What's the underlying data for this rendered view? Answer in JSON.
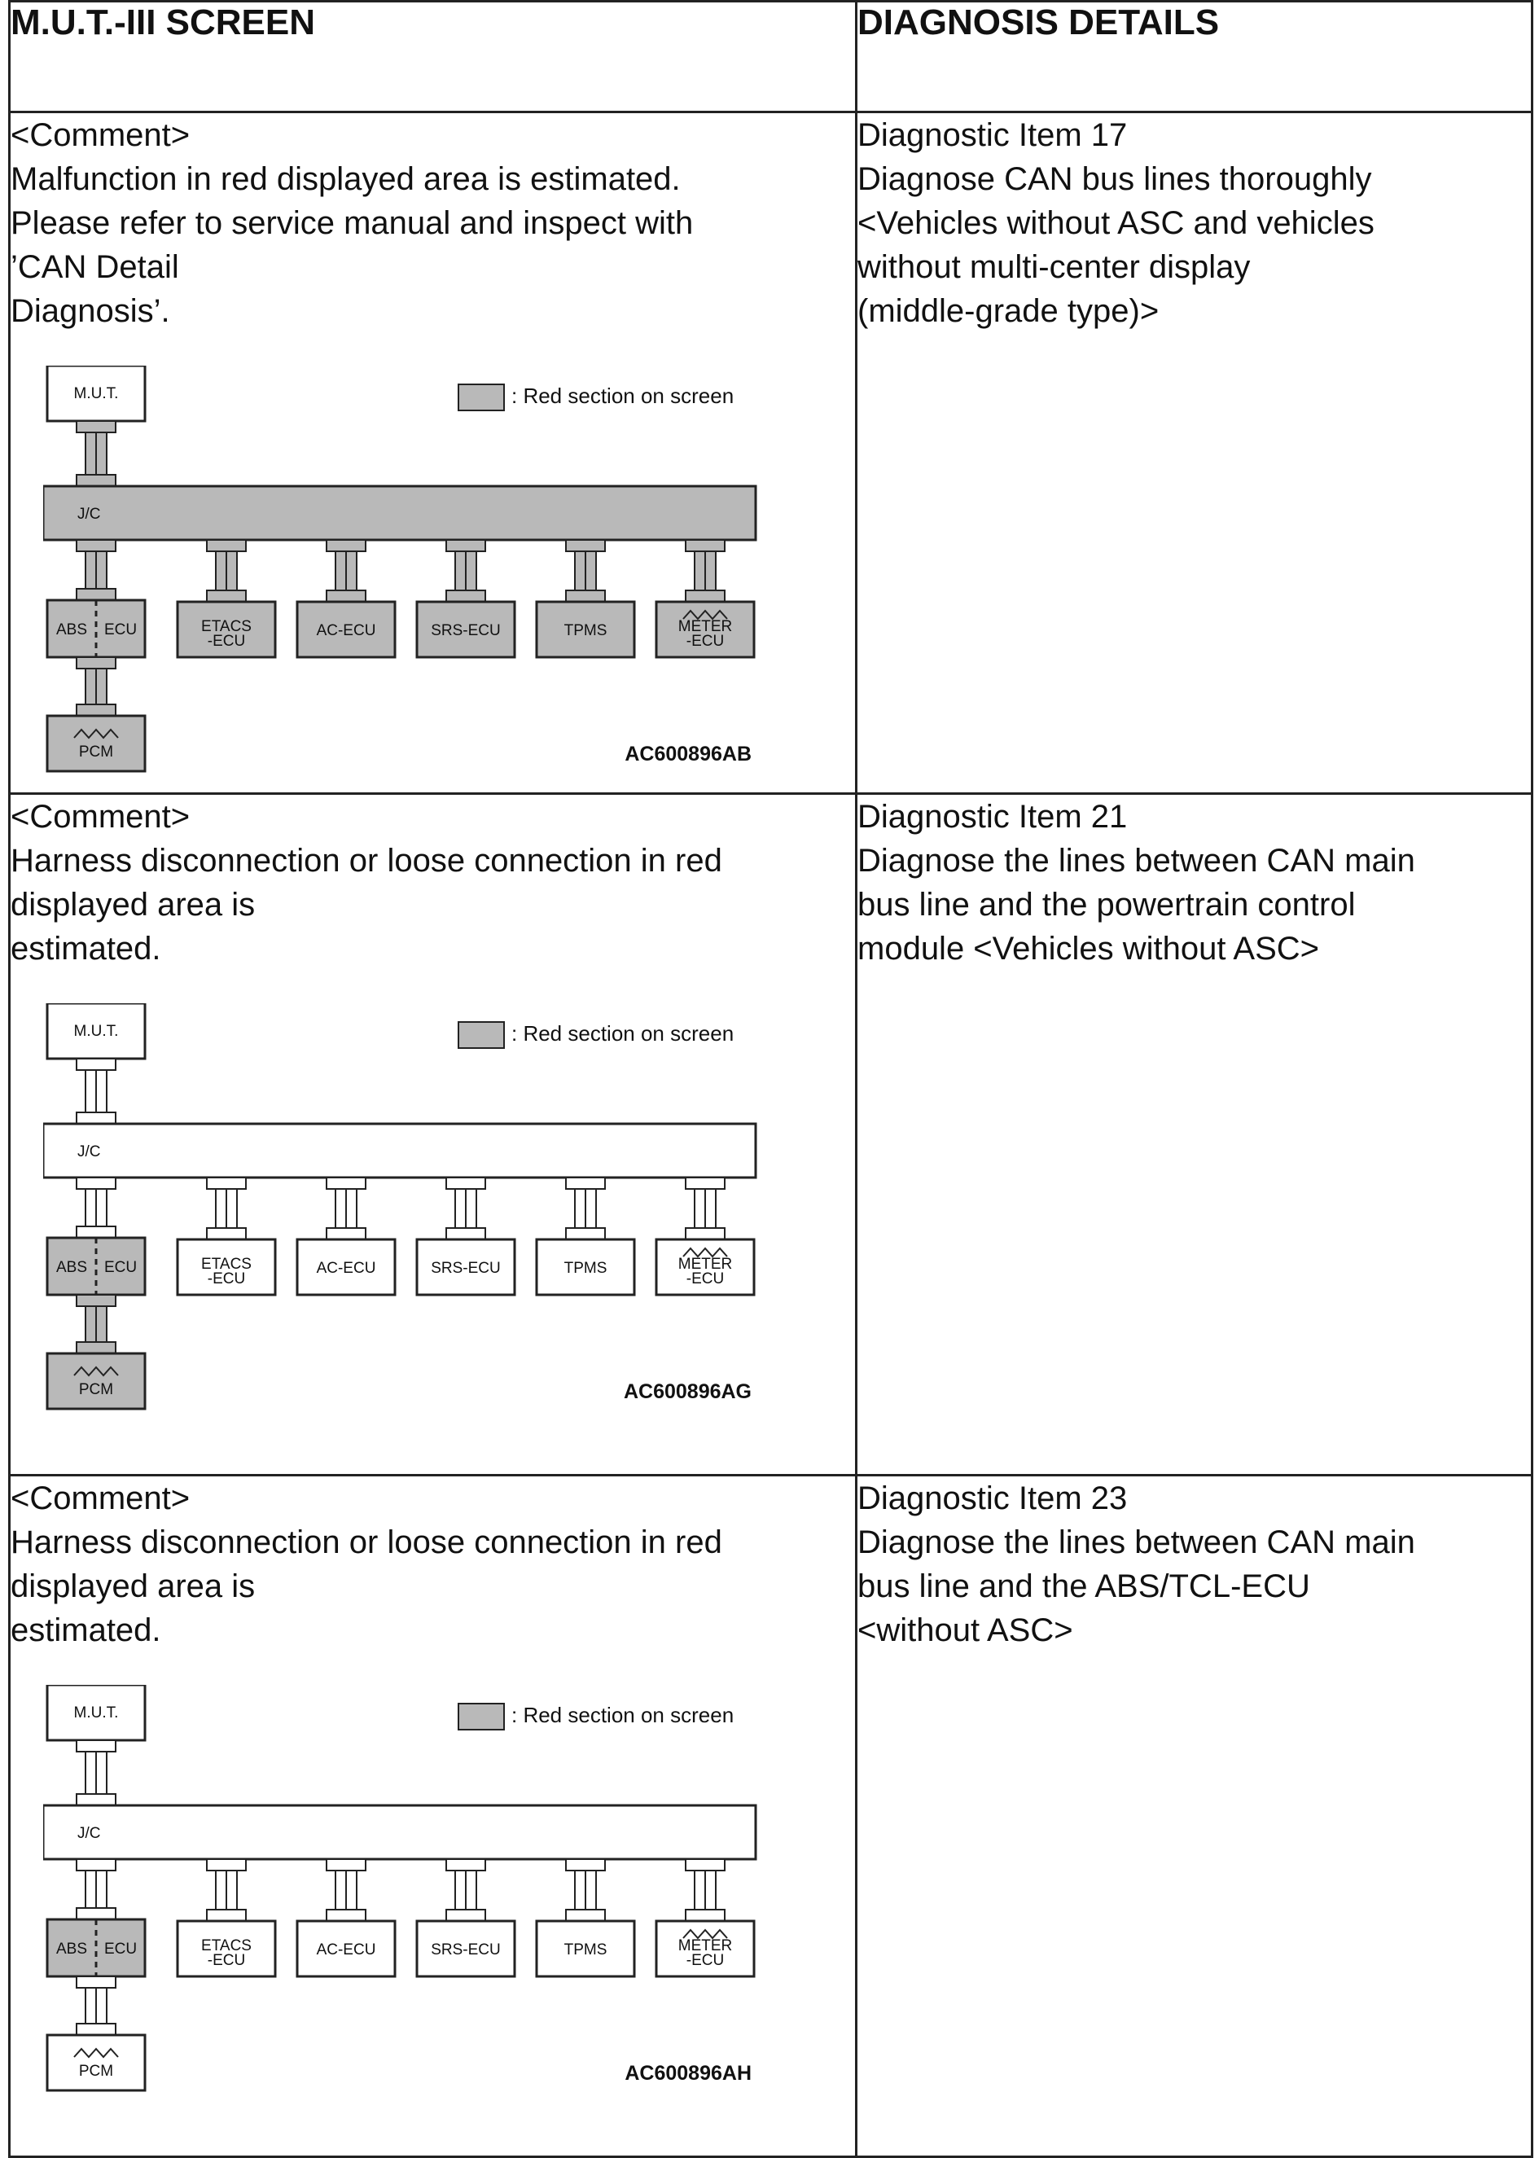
{
  "table": {
    "header": {
      "left": "M.U.T.-III SCREEN",
      "right": "DIAGNOSIS DETAILS"
    },
    "rows": [
      {
        "comment_lines": [
          "<Comment>",
          "Malfunction in red displayed area is estimated.",
          "Please refer to service manual and inspect with",
          "’CAN Detail",
          "Diagnosis’."
        ],
        "diagnosis_lines": [
          "Diagnostic Item 17",
          "Diagnose CAN bus lines thoroughly",
          "<Vehicles without ASC and vehicles",
          "without multi-center display",
          "(middle-grade type)>"
        ],
        "diagram": {
          "code": "AC600896AB",
          "highlighted": [
            "mut-link",
            "jc",
            "abs-link",
            "abs",
            "pcm-link",
            "pcm",
            "etacs-link",
            "etacs",
            "ac-link",
            "ac",
            "srs-link",
            "srs",
            "tpms-link",
            "tpms",
            "meter-link",
            "meter"
          ]
        }
      },
      {
        "comment_lines": [
          "<Comment>",
          "Harness disconnection or loose connection in red",
          "displayed area is",
          "estimated."
        ],
        "diagnosis_lines": [
          "Diagnostic Item 21",
          "Diagnose the lines between CAN main",
          "bus line and the powertrain control",
          "module <Vehicles without ASC>"
        ],
        "diagram": {
          "code": "AC600896AG",
          "highlighted": [
            "abs",
            "pcm-link",
            "pcm"
          ]
        }
      },
      {
        "comment_lines": [
          "<Comment>",
          "Harness disconnection or loose connection in red",
          "displayed area is",
          "estimated."
        ],
        "diagnosis_lines": [
          "Diagnostic Item  23",
          "Diagnose the lines between CAN main",
          "bus line and the ABS/TCL-ECU",
          "<without ASC>"
        ],
        "diagram": {
          "code": "AC600896AH",
          "highlighted": [
            "abs"
          ]
        }
      }
    ]
  },
  "diagram_labels": {
    "mut": "M.U.T.",
    "jc": "J/C",
    "abs": "ABS",
    "abs_ecu": "ECU",
    "etacs": [
      "ETACS",
      "-ECU"
    ],
    "ac": "AC-ECU",
    "srs": "SRS-ECU",
    "tpms": "TPMS",
    "meter": [
      "METER",
      "-ECU"
    ],
    "pcm": "PCM",
    "legend": ": Red section on screen"
  },
  "colors": {
    "red_section_fill": "#b9b9b9",
    "normal_fill": "#ffffff",
    "stroke": "#222222"
  }
}
